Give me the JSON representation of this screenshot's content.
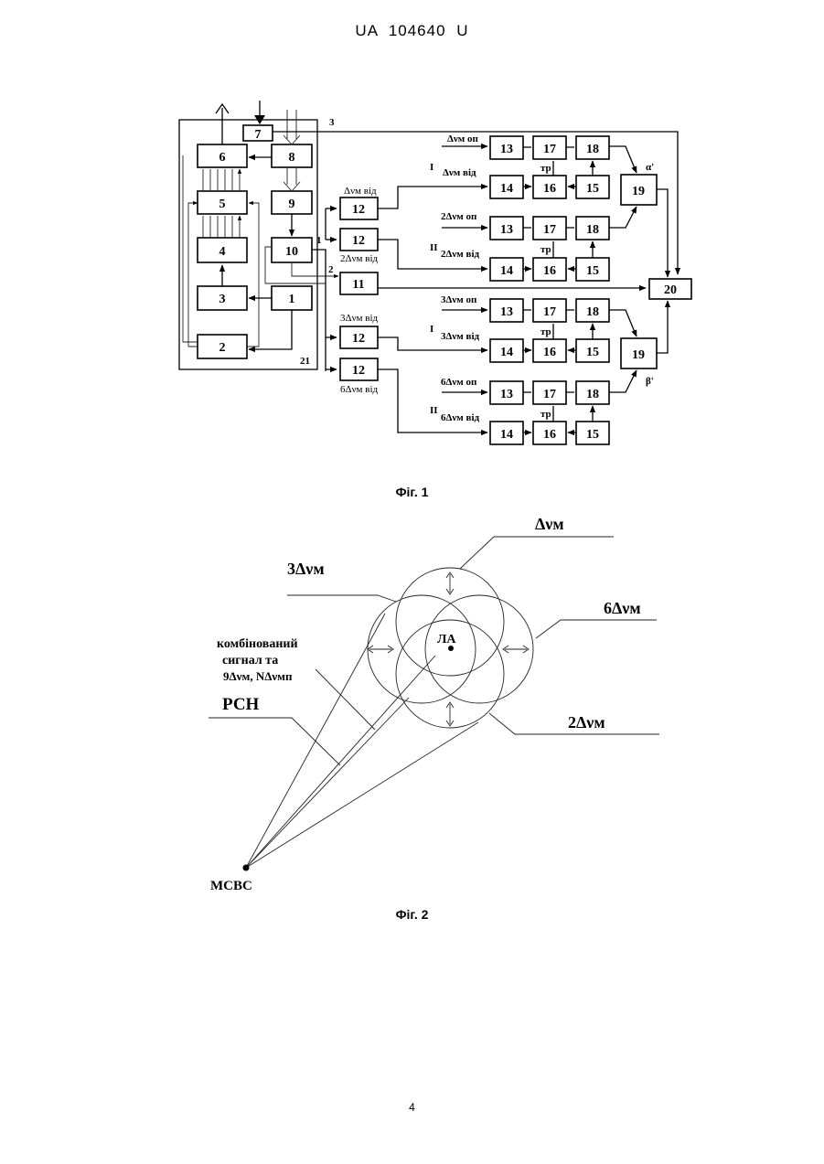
{
  "header": {
    "doc_id": "UA   104640   U"
  },
  "figure1": {
    "caption": "Фіг. 1",
    "blocks": {
      "b1": "1",
      "b2": "2",
      "b3": "3",
      "b4": "4",
      "b5": "5",
      "b6": "6",
      "b7": "7",
      "b8": "8",
      "b9": "9",
      "b10": "10",
      "b11": "11",
      "b12": "12",
      "b13": "13",
      "b14": "14",
      "b15": "15",
      "b16": "16",
      "b17": "17",
      "b18": "18",
      "b19": "19",
      "b20": "20"
    },
    "labels": {
      "l21": "21",
      "l3": "3",
      "l1": "1",
      "l2": "2",
      "alpha": "α'",
      "beta": "β'",
      "tp": "тр",
      "roman_I": "I",
      "roman_II": "II",
      "dv_vid": "Δνм від",
      "dv2_vid": "2Δνм від",
      "dv3_vid": "3Δνм від",
      "dv6_vid": "6Δνм від",
      "dv_op": "Δνм оп",
      "dv2_op": "2Δνм оп",
      "dv3_op": "3Δνм оп",
      "dv6_op": "6Δνм оп"
    }
  },
  "figure2": {
    "caption": "Фіг. 2",
    "labels": {
      "dv": "Δνм",
      "dv3": "3Δνм",
      "dv6": "6Δνм",
      "dv2": "2Δνм",
      "la": "ЛА",
      "combined_1": "комбінований",
      "combined_2": "сигнал та",
      "combined_3": "9Δνм, NΔνмп",
      "rsn": "РСН",
      "msvs": "МСВС"
    }
  },
  "page_number": "4"
}
